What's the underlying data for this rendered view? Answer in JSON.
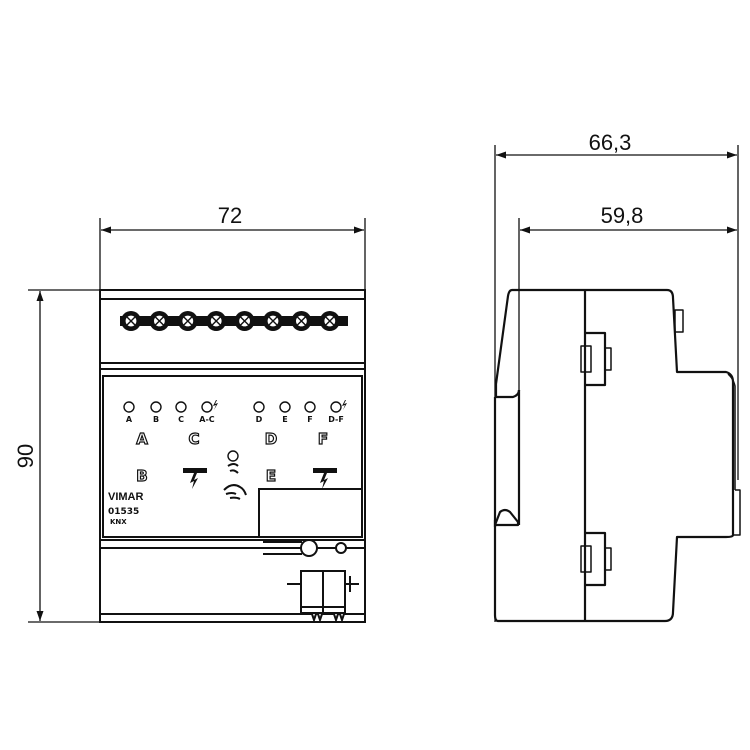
{
  "dimensions": {
    "width": "72",
    "height": "90",
    "side_total_depth": "66,3",
    "side_body_depth": "59,8"
  },
  "front_panel": {
    "led_labels": [
      "A",
      "B",
      "C",
      "A-C",
      "D",
      "E",
      "F",
      "D-F"
    ],
    "channel_labels": [
      "A",
      "C",
      "D",
      "F",
      "B",
      "E"
    ],
    "brand": "VIMAR",
    "model": "01535",
    "bus_logo": "KNX"
  },
  "colors": {
    "line": "#111111",
    "background": "#ffffff"
  }
}
